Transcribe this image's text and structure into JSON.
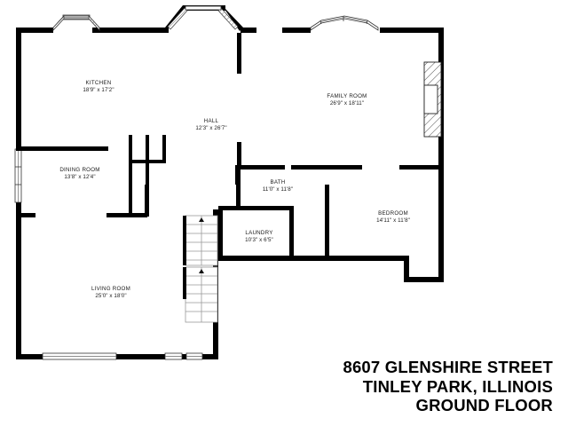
{
  "document": {
    "type": "architectural-floor-plan",
    "title_lines": [
      "8607 GLENSHIRE STREET",
      "TINLEY PARK, ILLINOIS",
      "GROUND FLOOR"
    ],
    "address_line": "8607 GLENSHIRE STREET",
    "city_line": "TINLEY PARK, ILLINOIS",
    "floor_line": "GROUND FLOOR"
  },
  "colors": {
    "wall": "#000000",
    "background": "#ffffff",
    "text": "#1a1a1a",
    "title_text": "#000000",
    "window_line": "#555555",
    "stair_line": "#999999",
    "hatch": "#333333"
  },
  "rooms": [
    {
      "id": "kitchen",
      "name": "KITCHEN",
      "dimensions": "18'9\" x 17'2\"",
      "width_ft": "18'9\"",
      "depth_ft": "17'2\""
    },
    {
      "id": "dining-room",
      "name": "DINING ROOM",
      "dimensions": "13'8\" x 12'4\"",
      "width_ft": "13'8\"",
      "depth_ft": "12'4\""
    },
    {
      "id": "living-room",
      "name": "LIVING ROOM",
      "dimensions": "25'0\" x 18'0\"",
      "width_ft": "25'0\"",
      "depth_ft": "18'0\""
    },
    {
      "id": "hall",
      "name": "HALL",
      "dimensions": "12'3\" x 26'7\"",
      "width_ft": "12'3\"",
      "depth_ft": "26'7\""
    },
    {
      "id": "family-room",
      "name": "FAMILY ROOM",
      "dimensions": "26'9\" x 18'11\"",
      "width_ft": "26'9\"",
      "depth_ft": "18'11\""
    },
    {
      "id": "bath",
      "name": "BATH",
      "dimensions": "11'0\" x 11'8\"",
      "width_ft": "11'0\"",
      "depth_ft": "11'8\""
    },
    {
      "id": "bedroom",
      "name": "BEDROOM",
      "dimensions": "14'11\" x 11'8\"",
      "width_ft": "14'11\"",
      "depth_ft": "11'8\""
    },
    {
      "id": "laundry",
      "name": "LAUNDRY",
      "dimensions": "10'3\" x 6'5\"",
      "width_ft": "10'3\"",
      "depth_ft": "6'5\""
    }
  ],
  "features": [
    {
      "id": "fireplace",
      "name": "fireplace",
      "location": "family-room-east-wall"
    },
    {
      "id": "staircase",
      "name": "staircase",
      "location": "between-living-room-and-laundry",
      "direction": "up"
    },
    {
      "id": "bay-window-kitchen",
      "name": "bay-window",
      "location": "kitchen-north-wall"
    },
    {
      "id": "bay-window-hall",
      "name": "bay-window",
      "location": "hall-north-wall"
    },
    {
      "id": "bay-window-family",
      "name": "bay-window",
      "location": "family-room-north-wall"
    },
    {
      "id": "window-dining",
      "name": "window",
      "location": "dining-room-west-wall"
    },
    {
      "id": "window-living-south",
      "name": "window",
      "location": "living-room-south-wall"
    }
  ]
}
